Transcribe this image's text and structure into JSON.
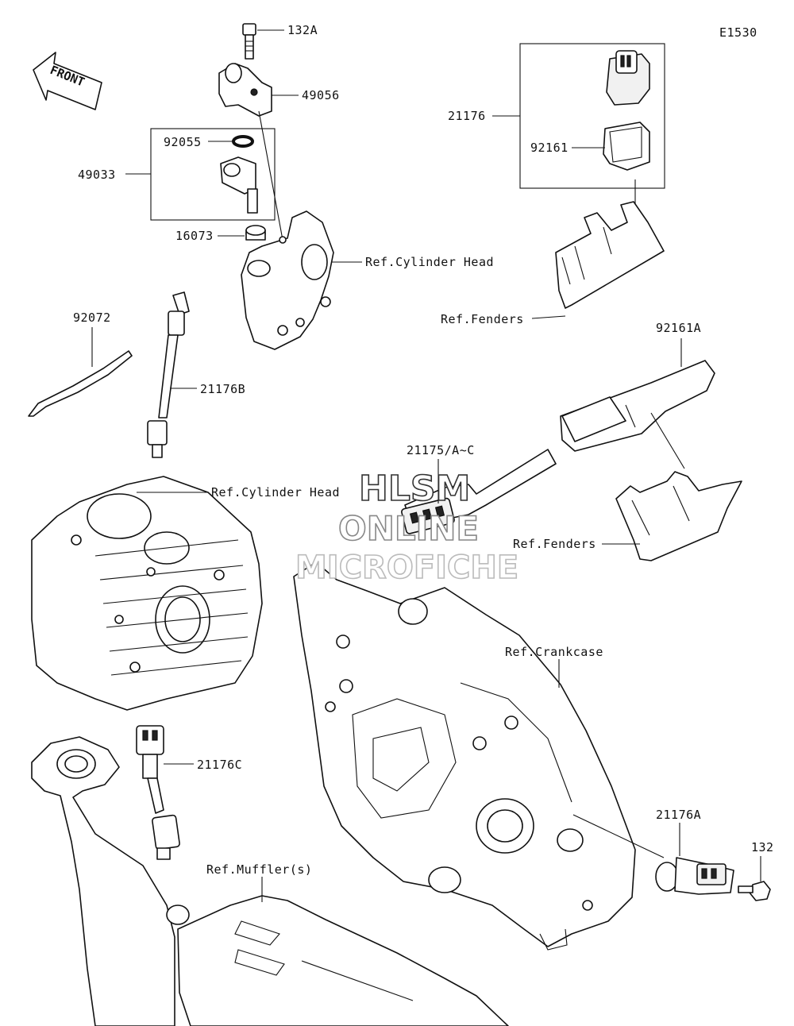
{
  "diagram_code": "E1530",
  "direction_arrow": "FRONT",
  "labels": {
    "p132A": "132A",
    "p49056": "49056",
    "p92055": "92055",
    "p49033": "49033",
    "p16073": "16073",
    "ref_cyl_head_top": "Ref.Cylinder Head",
    "p21176": "21176",
    "p92161": "92161",
    "ref_fenders_top": "Ref.Fenders",
    "p92072": "92072",
    "p21176B": "21176B",
    "p92161A": "92161A",
    "p21175": "21175/A~C",
    "ref_cyl_head_mid": "Ref.Cylinder Head",
    "ref_fenders_mid": "Ref.Fenders",
    "ref_crankcase": "Ref.Crankcase",
    "p21176C": "21176C",
    "p21176A": "21176A",
    "p132": "132",
    "ref_muffler": "Ref.Muffler(s)"
  },
  "watermark": {
    "line1": "HLSM",
    "line2": "ONLINE",
    "line3": "MICROFICHE"
  },
  "colors": {
    "line": "#111111",
    "background": "#ffffff"
  }
}
